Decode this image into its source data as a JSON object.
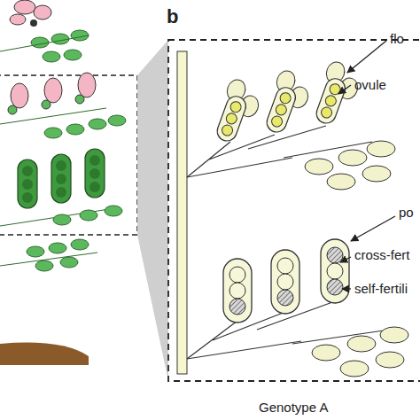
{
  "diagram": {
    "labels": [
      "b",
      "flo",
      "ovule",
      "po",
      "cross-fert",
      "self-fertili",
      "Genotype A"
    ]
  }
}
